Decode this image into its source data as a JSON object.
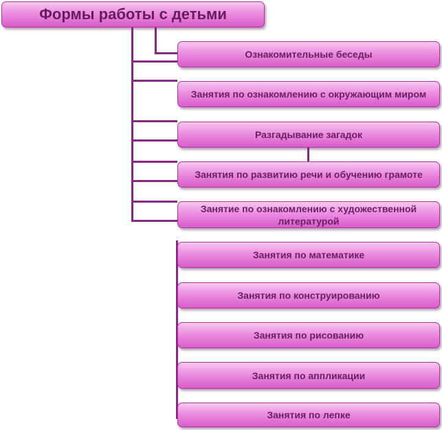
{
  "diagram": {
    "title": "Формы работы с детьми",
    "items": [
      {
        "label": "Ознакомительные беседы"
      },
      {
        "label": "Занятия по ознакомлению с окружающим миром"
      },
      {
        "label": "Разгадывание загадок"
      },
      {
        "label": "Занятия по развитию речи и обучению грамоте"
      },
      {
        "label": "Занятие по ознакомлению с художественной литературой"
      },
      {
        "label": "Занятия по математике"
      },
      {
        "label": "Занятия по конструированию"
      },
      {
        "label": "Занятия по рисованию"
      },
      {
        "label": "Занятия по аппликации"
      },
      {
        "label": "Занятия по лепке"
      }
    ]
  },
  "colors": {
    "box_fill": "#e98adb",
    "box_border": "#b0359f",
    "text": "#6a1f63",
    "connector": "#8a2782"
  }
}
